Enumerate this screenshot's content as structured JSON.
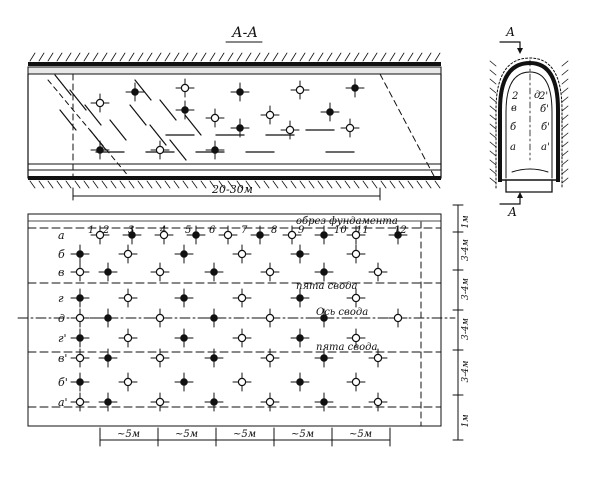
{
  "section_label": "А-А",
  "section_marker_top": "А",
  "section_marker_bottom": "А",
  "length_label": "20-30м",
  "foundation_label": "обрез фундамента",
  "heel_label_top": "пята свода",
  "axis_label": "Ось свода",
  "heel_label_bottom": "пята свода",
  "column_numbers": [
    "1",
    "2",
    "3",
    "4",
    "5",
    "6",
    "7",
    "8",
    "9",
    "10",
    "11",
    "12"
  ],
  "row_labels": [
    "а",
    "б",
    "в",
    "г",
    "д",
    "г'",
    "в'",
    "б'",
    "а'"
  ],
  "right_dims": [
    "1м",
    "3-4м",
    "3-4м",
    "3-4м",
    "3-4м",
    "1м"
  ],
  "bottom_dims": [
    "~5м",
    "~5м",
    "~5м",
    "~5м",
    "~5м"
  ],
  "cross_section_labels": {
    "left": [
      "2",
      "в",
      "б",
      "а"
    ],
    "center": "д",
    "right": [
      "2'",
      "б'",
      "б'",
      "а'"
    ]
  }
}
